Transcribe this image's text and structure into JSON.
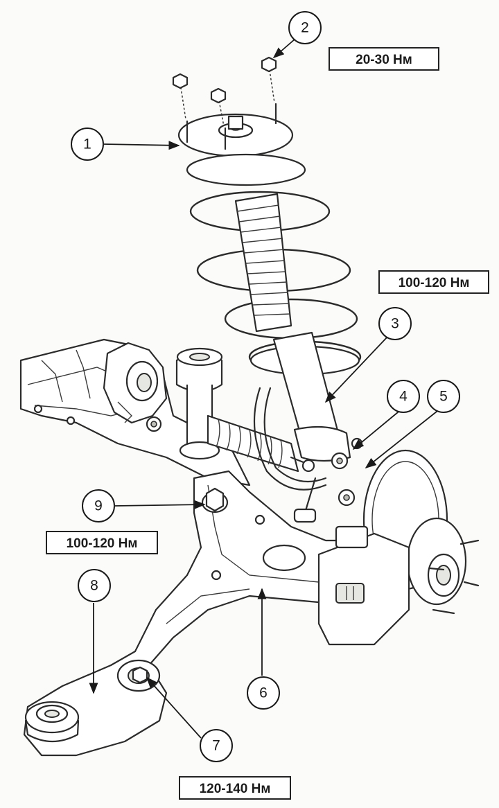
{
  "callouts": [
    {
      "number": "1"
    },
    {
      "number": "2"
    },
    {
      "number": "3"
    },
    {
      "number": "4"
    },
    {
      "number": "5"
    },
    {
      "number": "6"
    },
    {
      "number": "7"
    },
    {
      "number": "8"
    },
    {
      "number": "9"
    }
  ],
  "torque_labels": {
    "top_mount_nuts": "20-30 Нм",
    "strut_to_knuckle": "100-120 Нм",
    "ball_joint": "100-120 Нм",
    "lower_arm_bushing": "120-140 Нм"
  },
  "colors": {
    "line": "#2b2b2b",
    "background": "#fbfbf9",
    "label_border": "#222222"
  }
}
